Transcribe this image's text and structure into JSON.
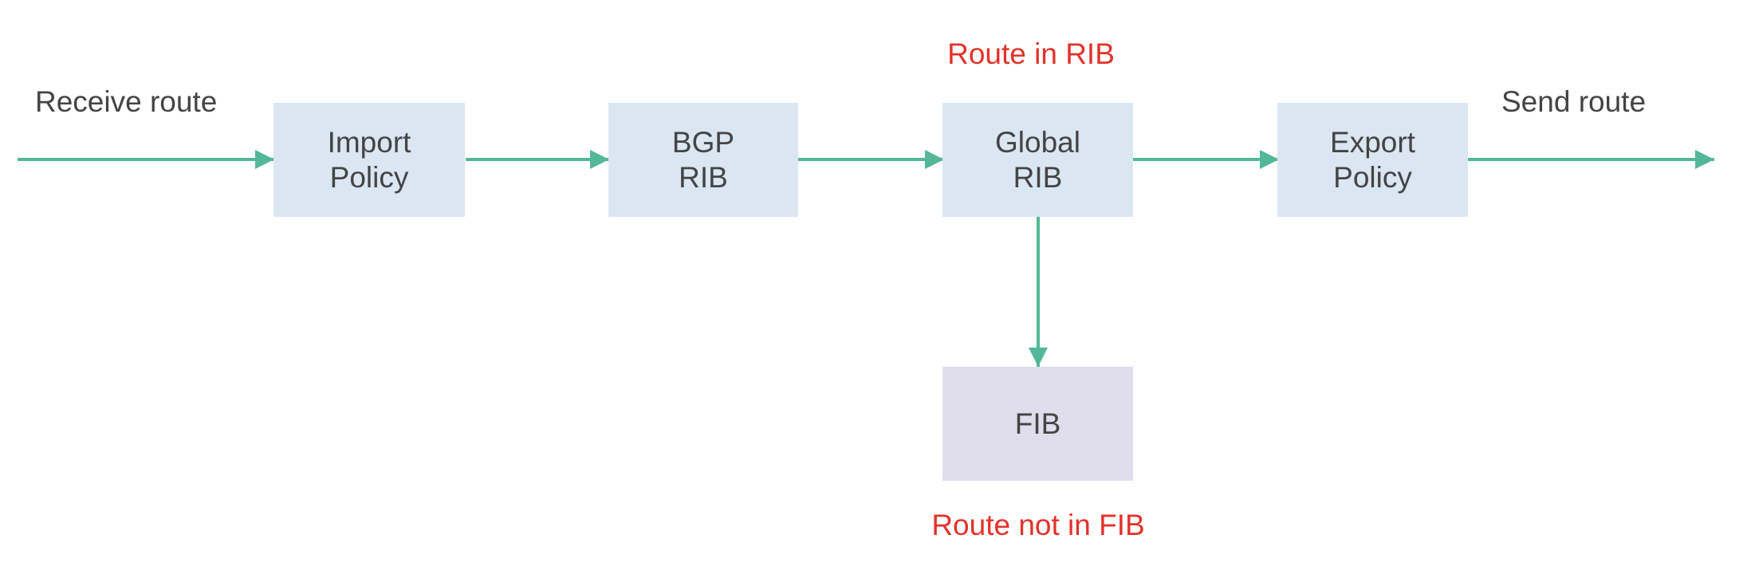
{
  "colors": {
    "arrow": "#52b899",
    "process_box": "#dbe6f3",
    "fib_box": "#e0dded",
    "box_text": "#444444",
    "flow_label": "#444444",
    "status_label": "#e3322a"
  },
  "labels": {
    "receive": "Receive route",
    "send": "Send route",
    "route_in_rib": "Route in RIB",
    "route_not_in_fib": "Route not in FIB"
  },
  "boxes": {
    "import_policy": {
      "line1": "Import",
      "line2": "Policy"
    },
    "bgp_rib": {
      "line1": "BGP",
      "line2": "RIB"
    },
    "global_rib": {
      "line1": "Global",
      "line2": "RIB"
    },
    "export_policy": {
      "line1": "Export",
      "line2": "Policy"
    },
    "fib": {
      "line1": "FIB"
    }
  },
  "edges": [
    {
      "from": "input",
      "to": "import_policy"
    },
    {
      "from": "import_policy",
      "to": "bgp_rib"
    },
    {
      "from": "bgp_rib",
      "to": "global_rib"
    },
    {
      "from": "global_rib",
      "to": "export_policy"
    },
    {
      "from": "export_policy",
      "to": "output"
    },
    {
      "from": "global_rib",
      "to": "fib"
    }
  ],
  "icons": {
    "arrowhead": "triangle-arrowhead-icon"
  }
}
